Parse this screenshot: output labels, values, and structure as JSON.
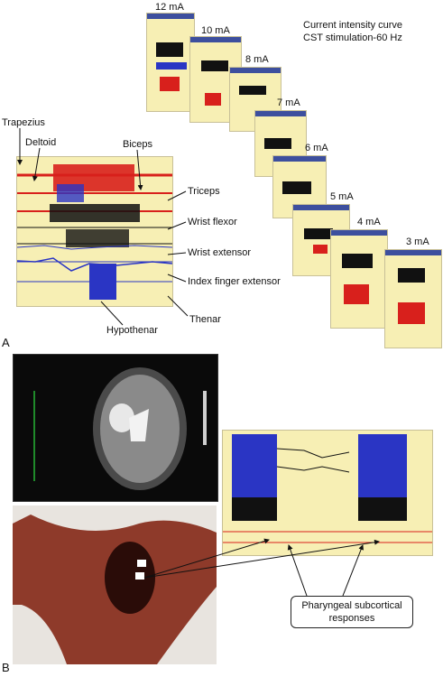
{
  "panel_a": {
    "letter": "A",
    "title_line1": "Current intensity curve",
    "title_line2": "CST stimulation-60 Hz",
    "currents": [
      "12 mA",
      "10 mA",
      "8 mA",
      "7 mA",
      "6 mA",
      "5 mA",
      "4 mA",
      "3 mA"
    ],
    "muscles": {
      "trapezius": "Trapezius",
      "deltoid": "Deltoid",
      "biceps": "Biceps",
      "triceps": "Triceps",
      "wrist_flexor": "Wrist flexor",
      "wrist_extensor": "Wrist extensor",
      "index_finger_extensor": "Index finger extensor",
      "thenar": "Thenar",
      "hypothenar": "Hypothenar"
    }
  },
  "panel_b": {
    "letter": "B",
    "callout_line1": "Pharyngeal subcortical",
    "callout_line2": "responses"
  },
  "colors": {
    "emg_background": "#f7efb4",
    "trace_red": "#d8201c",
    "trace_blue": "#2a35c4",
    "trace_black": "#111111",
    "header_bar": "#3d4f9e"
  }
}
